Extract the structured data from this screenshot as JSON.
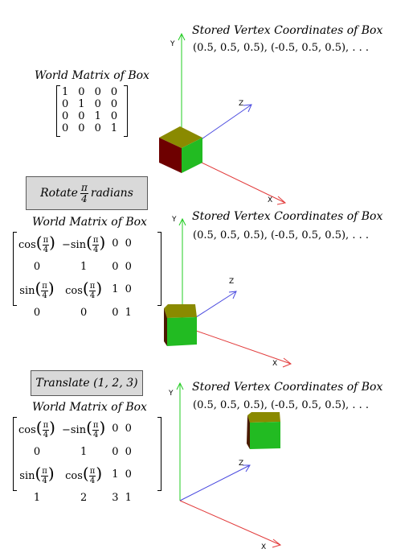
{
  "panel1": {
    "matrix_title": "World Matrix of Box",
    "stored_title": "Stored Vertex Coordinates of Box",
    "stored_coords": "(0.5, 0.5, 0.5), (-0.5, 0.5, 0.5), . . .",
    "matrix": [
      [
        "1",
        "0",
        "0",
        "0"
      ],
      [
        "0",
        "1",
        "0",
        "0"
      ],
      [
        "0",
        "0",
        "1",
        "0"
      ],
      [
        "0",
        "0",
        "0",
        "1"
      ]
    ],
    "axes": {
      "y": "Y",
      "z": "Z",
      "x": "X"
    }
  },
  "panel2": {
    "op_prefix": "Rotate",
    "op_num": "π",
    "op_den": "4",
    "op_suffix": "radians",
    "matrix_title": "World Matrix of Box",
    "stored_title": "Stored Vertex Coordinates of Box",
    "stored_coords": "(0.5, 0.5, 0.5), (-0.5, 0.5, 0.5), . . .",
    "cos": "cos",
    "neg_sin": "−sin",
    "sin": "sin",
    "pi": "π",
    "four": "4",
    "row2": [
      "0",
      "1",
      "0",
      "0"
    ],
    "last_row": [
      "0",
      "0",
      "0",
      "1"
    ],
    "cells": {
      "r1c3": "0",
      "r1c4": "0",
      "r3c3": "1",
      "r3c4": "0"
    },
    "axes": {
      "y": "Y",
      "z": "Z",
      "x": "X"
    }
  },
  "panel3": {
    "op_label": "Translate (1, 2, 3)",
    "matrix_title": "World Matrix of Box",
    "stored_title": "Stored Vertex Coordinates of Box",
    "stored_coords": "(0.5, 0.5, 0.5), (-0.5, 0.5, 0.5), . . .",
    "cos": "cos",
    "neg_sin": "−sin",
    "sin": "sin",
    "pi": "π",
    "four": "4",
    "row2": [
      "0",
      "1",
      "0",
      "0"
    ],
    "last_row": [
      "1",
      "2",
      "3",
      "1"
    ],
    "cells": {
      "r1c3": "0",
      "r1c4": "0",
      "r3c3": "1",
      "r3c4": "0"
    },
    "axes": {
      "y": "Y",
      "z": "Z",
      "x": "X"
    }
  },
  "colors": {
    "y_axis": "#22cc22",
    "z_axis": "#4a4adf",
    "x_axis": "#e23b3b",
    "cube_front": "#22bb22",
    "cube_top": "#8a8a00",
    "cube_side": "#6e0000",
    "button_bg": "#d9d9d9"
  }
}
